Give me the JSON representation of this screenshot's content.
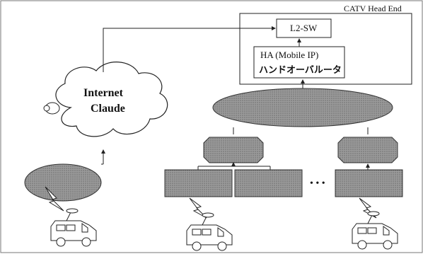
{
  "headend": {
    "title": "CATV Head End"
  },
  "switch": {
    "label": "L2-SW"
  },
  "ha": {
    "line1": "HA (Mobile IP)",
    "line2": "ハンドオーバルータ"
  },
  "cloud": {
    "line1": "Internet",
    "line2": "Claude"
  },
  "ellipsis": "• • •"
}
